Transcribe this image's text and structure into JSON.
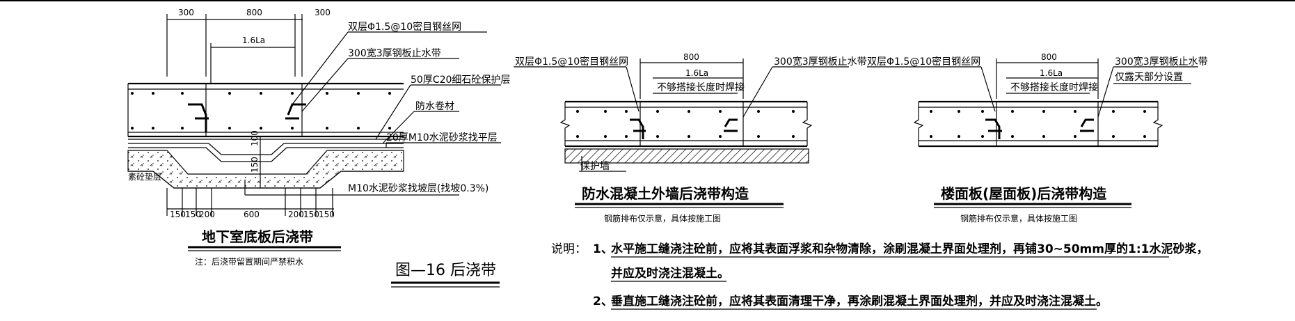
{
  "panels": {
    "floor": {
      "title": "地下室底板后浇带",
      "note": "注：后浇带留置期间严禁积水",
      "dims_top": [
        "300",
        "800",
        "300"
      ],
      "lap": "1.6La",
      "labels": {
        "mesh": "双层Φ1.5@10密目钢丝网",
        "waterstop": "300宽3厚钢板止水带",
        "protect": "50厚C20细石砼保护层",
        "membrane": "防水卷材",
        "screed": "20厚M10水泥砂浆找平层",
        "slope": "M10水泥砂浆找坡层(找坡0.3%)",
        "cushion": "素砼垫层"
      },
      "dims_side": [
        "100",
        "150"
      ],
      "dims_bottom": [
        "150",
        "150",
        "200",
        "600",
        "200",
        "150",
        "150"
      ]
    },
    "wall": {
      "title": "防水混凝土外墙后浇带构造",
      "note": "钢筋排布仅示意，具体按施工图",
      "labels": {
        "mesh": "双层Φ1.5@10密目钢丝网",
        "waterstop": "300宽3厚钢板止水带",
        "lap_text": "不够搭接长度时焊接",
        "protect_wall": "保护墙"
      },
      "dim_top": "800",
      "lap": "1.6La"
    },
    "slab": {
      "title": "楼面板(屋面板)后浇带构造",
      "note": "钢筋排布仅示意，具体按施工图",
      "labels": {
        "mesh": "双层Φ1.5@10密目钢丝网",
        "waterstop": "300宽3厚钢板止水带",
        "exposed": "仅露天部分设置",
        "lap_text": "不够搭接长度时焊接"
      },
      "dim_top": "800",
      "lap": "1.6La"
    }
  },
  "figure_title": "图—16 后浇带",
  "notes": {
    "label": "说明：",
    "items": [
      {
        "num": "1、",
        "text": "水平施工缝浇注砼前，应将其表面浮浆和杂物清除，涂刷混凝土界面处理剂，再铺30~50mm厚的1:1水泥砂浆，",
        "cont": "并应及时浇注混凝土。"
      },
      {
        "num": "2、",
        "text": "垂直施工缝浇注砼前，应将其表面清理干净，再涂刷混凝土界面处理剂，并应及时浇注混凝土。"
      }
    ]
  }
}
